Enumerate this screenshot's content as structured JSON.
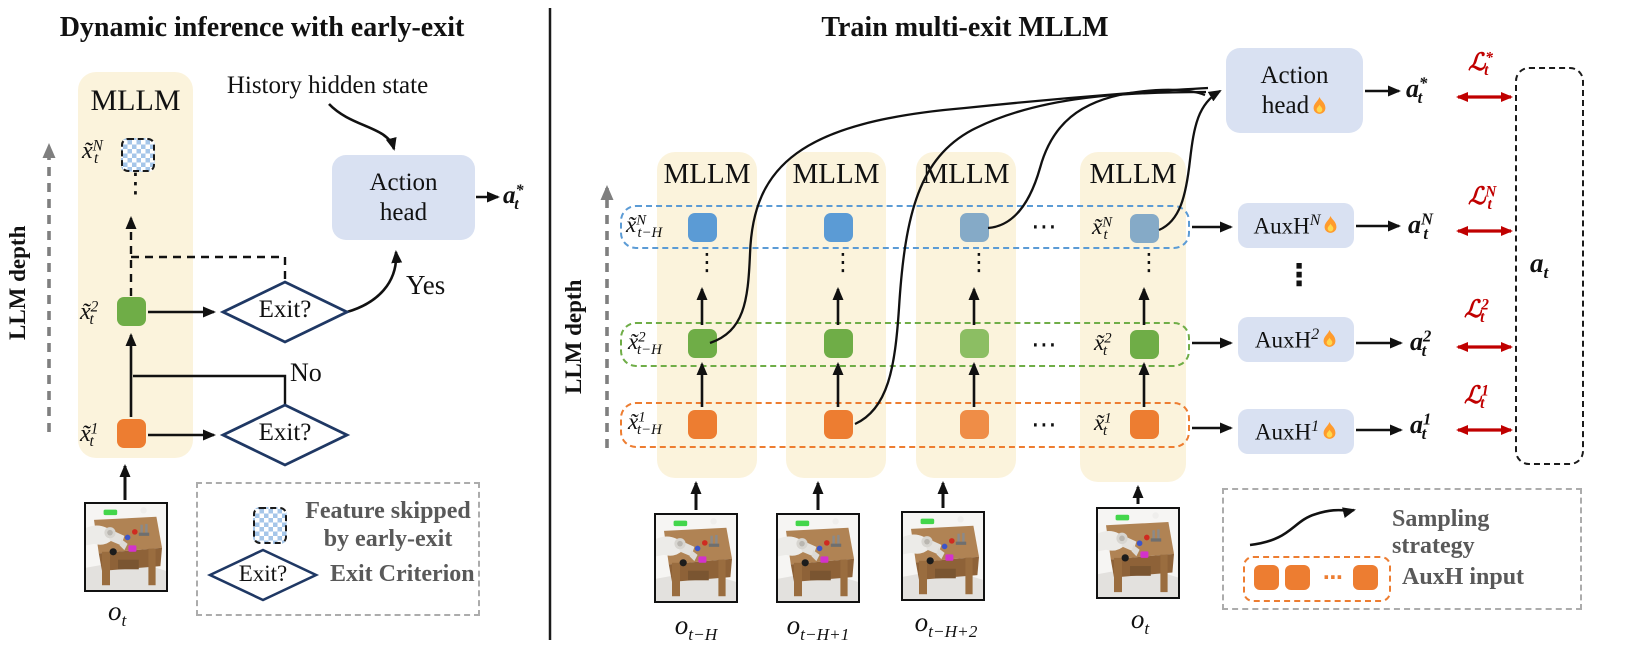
{
  "colors": {
    "cream": "#FBF3DC",
    "headfill": "#D9E1F2",
    "blue": "#5B9BD5",
    "green": "#6FAD47",
    "orange": "#ED7D31",
    "bluem": "#85AAC7",
    "greenm": "#8CBE63",
    "orangem": "#EF8D47",
    "navy": "#1F3864",
    "red": "#C00000",
    "grayarrow": "#7F7F7F",
    "legendborder": "#ACACAC",
    "legendtext": "#595959",
    "checker": "#A5C6E9"
  },
  "left_panel": {
    "title": "Dynamic inference with early-exit",
    "llm_depth": "LLM depth",
    "mllm": "MLLM",
    "history": "History hidden state",
    "action_head": {
      "line1": "Action",
      "line2": "head"
    },
    "action_out": {
      "base": "a",
      "sup": "*",
      "sub": "t"
    },
    "yes": "Yes",
    "no": "No",
    "exit": "Exit?",
    "vdots": "⋮",
    "features": [
      {
        "base": "x̃",
        "sup": "N",
        "sub": "t"
      },
      {
        "base": "x̃",
        "sup": "2",
        "sub": "t"
      },
      {
        "base": "x̃",
        "sup": "1",
        "sub": "t"
      }
    ],
    "observation": {
      "base": "o",
      "sub": "t"
    },
    "legend": {
      "feature_line1": "Feature skipped",
      "feature_line2": "by early-exit",
      "exit": "Exit?",
      "exit_criterion": "Exit Criterion"
    }
  },
  "right_panel": {
    "title": "Train multi-exit MLLM",
    "llm_depth": "LLM depth",
    "mllm_labels": [
      "MLLM",
      "MLLM",
      "MLLM",
      "MLLM"
    ],
    "vdots": "⋮",
    "ellipsis": "⋯",
    "action_head": {
      "line1": "Action",
      "line2": "head"
    },
    "action_out": {
      "base": "a",
      "sup": "*",
      "sub": "t"
    },
    "loss_star": {
      "base": "ℒ",
      "sup": "*",
      "sub": "t"
    },
    "gt_action": {
      "base": "a",
      "sub": "t"
    },
    "rows": [
      {
        "label_left": {
          "base": "x̃",
          "sup": "N",
          "sub": "t−H"
        },
        "label_right": {
          "base": "x̃",
          "sup": "N",
          "sub": "t"
        },
        "aux": {
          "name": "AuxH",
          "sup": "N"
        },
        "action": {
          "base": "a",
          "sup": "N",
          "sub": "t"
        },
        "loss": {
          "base": "ℒ",
          "sup": "N",
          "sub": "t"
        }
      },
      {
        "label_left": {
          "base": "x̃",
          "sup": "2",
          "sub": "t−H"
        },
        "label_right": {
          "base": "x̃",
          "sup": "2",
          "sub": "t"
        },
        "aux": {
          "name": "AuxH",
          "sup": "2"
        },
        "action": {
          "base": "a",
          "sup": "2",
          "sub": "t"
        },
        "loss": {
          "base": "ℒ",
          "sup": "2",
          "sub": "t"
        }
      },
      {
        "label_left": {
          "base": "x̃",
          "sup": "1",
          "sub": "t−H"
        },
        "label_right": {
          "base": "x̃",
          "sup": "1",
          "sub": "t"
        },
        "aux": {
          "name": "AuxH",
          "sup": "1"
        },
        "action": {
          "base": "a",
          "sup": "1",
          "sub": "t"
        },
        "loss": {
          "base": "ℒ",
          "sup": "1",
          "sub": "t"
        }
      }
    ],
    "observations": [
      {
        "base": "o",
        "sub": "t−H"
      },
      {
        "base": "o",
        "sub": "t−H+1"
      },
      {
        "base": "o",
        "sub": "t−H+2"
      },
      {
        "base": "o",
        "sub": "t"
      }
    ],
    "legend": {
      "sampling": "Sampling strategy",
      "auxh_input": "AuxH input"
    }
  }
}
